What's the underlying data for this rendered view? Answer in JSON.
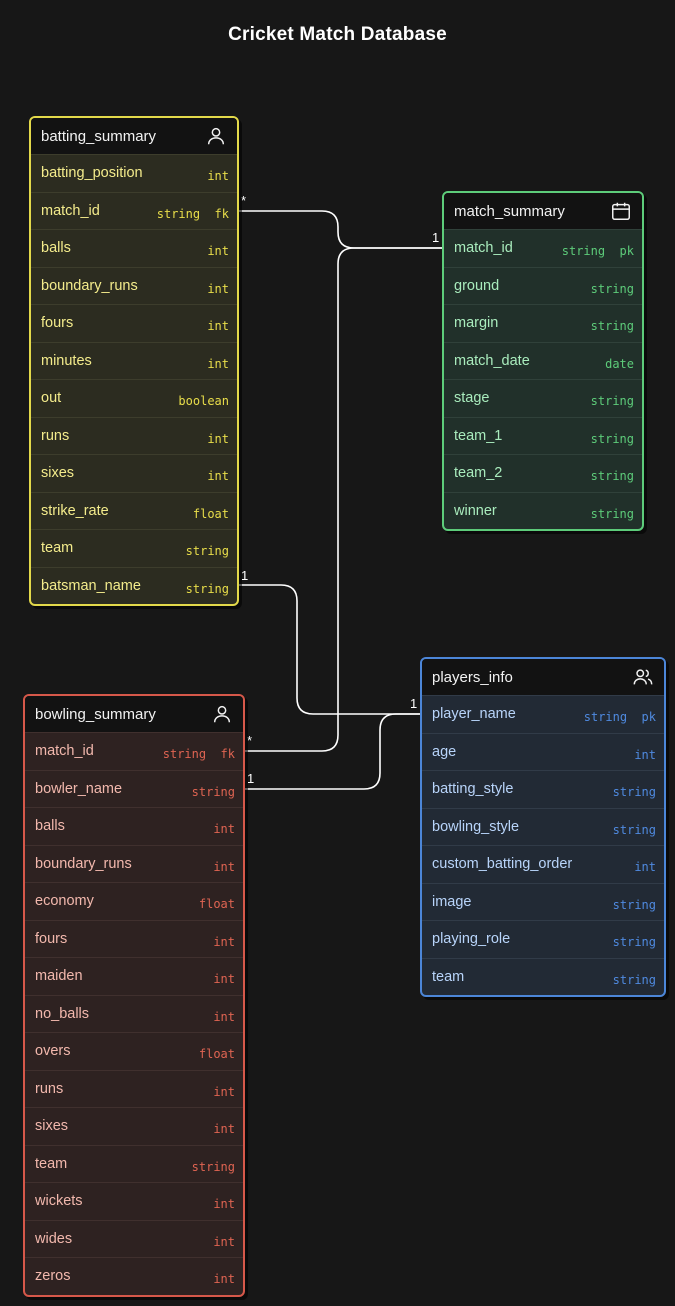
{
  "title": "Cricket Match Database",
  "colors": {
    "batting_summary": "#e3d94a",
    "match_summary": "#5dcc7a",
    "bowling_summary": "#d6584a",
    "players_info": "#4c86d8",
    "link_line": "#ffffff"
  },
  "entities": {
    "batting_summary": {
      "name": "batting_summary",
      "icon": "user-icon",
      "fields": [
        {
          "name": "batting_position",
          "type": "int"
        },
        {
          "name": "match_id",
          "type": "string  fk"
        },
        {
          "name": "balls",
          "type": "int"
        },
        {
          "name": "boundary_runs",
          "type": "int"
        },
        {
          "name": "fours",
          "type": "int"
        },
        {
          "name": "minutes",
          "type": "int"
        },
        {
          "name": "out",
          "type": "boolean"
        },
        {
          "name": "runs",
          "type": "int"
        },
        {
          "name": "sixes",
          "type": "int"
        },
        {
          "name": "strike_rate",
          "type": "float"
        },
        {
          "name": "team",
          "type": "string"
        },
        {
          "name": "batsman_name",
          "type": "string"
        }
      ]
    },
    "match_summary": {
      "name": "match_summary",
      "icon": "calendar-icon",
      "fields": [
        {
          "name": "match_id",
          "type": "string  pk"
        },
        {
          "name": "ground",
          "type": "string"
        },
        {
          "name": "margin",
          "type": "string"
        },
        {
          "name": "match_date",
          "type": "date"
        },
        {
          "name": "stage",
          "type": "string"
        },
        {
          "name": "team_1",
          "type": "string"
        },
        {
          "name": "team_2",
          "type": "string"
        },
        {
          "name": "winner",
          "type": "string"
        }
      ]
    },
    "players_info": {
      "name": "players_info",
      "icon": "users-icon",
      "fields": [
        {
          "name": "player_name",
          "type": "string  pk"
        },
        {
          "name": "age",
          "type": "int"
        },
        {
          "name": "batting_style",
          "type": "string"
        },
        {
          "name": "bowling_style",
          "type": "string"
        },
        {
          "name": "custom_batting_order",
          "type": "int"
        },
        {
          "name": "image",
          "type": "string"
        },
        {
          "name": "playing_role",
          "type": "string"
        },
        {
          "name": "team",
          "type": "string"
        }
      ]
    },
    "bowling_summary": {
      "name": "bowling_summary",
      "icon": "user-icon",
      "fields": [
        {
          "name": "match_id",
          "type": "string  fk"
        },
        {
          "name": "bowler_name",
          "type": "string"
        },
        {
          "name": "balls",
          "type": "int"
        },
        {
          "name": "boundary_runs",
          "type": "int"
        },
        {
          "name": "economy",
          "type": "float"
        },
        {
          "name": "fours",
          "type": "int"
        },
        {
          "name": "maiden",
          "type": "int"
        },
        {
          "name": "no_balls",
          "type": "int"
        },
        {
          "name": "overs",
          "type": "float"
        },
        {
          "name": "runs",
          "type": "int"
        },
        {
          "name": "sixes",
          "type": "int"
        },
        {
          "name": "team",
          "type": "string"
        },
        {
          "name": "wickets",
          "type": "int"
        },
        {
          "name": "wides",
          "type": "int"
        },
        {
          "name": "zeros",
          "type": "int"
        }
      ]
    }
  },
  "relationships": [
    {
      "from": "batting_summary.match_id",
      "to": "match_summary.match_id",
      "from_card": "*",
      "to_card": "1"
    },
    {
      "from": "bowling_summary.match_id",
      "to": "match_summary.match_id",
      "from_card": "*",
      "to_card": "1"
    },
    {
      "from": "batting_summary.batsman_name",
      "to": "players_info.player_name",
      "from_card": "1",
      "to_card": "1"
    },
    {
      "from": "bowling_summary.bowler_name",
      "to": "players_info.player_name",
      "from_card": "1",
      "to_card": "1"
    }
  ]
}
